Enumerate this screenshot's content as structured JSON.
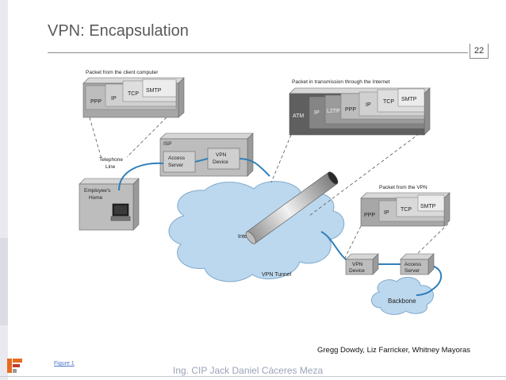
{
  "slide": {
    "title": "VPN: Encapsulation",
    "page_number": "22",
    "credit": "Gregg Dowdy, Liz Farricker, Whitney Mayoras",
    "footer": "Ing. CIP Jack Daniel Cáceres Meza",
    "figure_link": "Figure 1"
  },
  "diagram": {
    "client_packet": {
      "caption": "Packet from the client computer",
      "layers": [
        "PPP",
        "IP",
        "TCP",
        "SMTP"
      ]
    },
    "internet_packet": {
      "caption": "Packet in transmission through the Internet",
      "layers": [
        "ATM",
        "IP",
        "L2TP",
        "PPP",
        "IP",
        "TCP",
        "SMTP"
      ]
    },
    "vpn_packet": {
      "caption": "Packet from the VPN",
      "layers": [
        "PPP",
        "IP",
        "TCP",
        "SMTP"
      ]
    },
    "labels": {
      "telephone_line": [
        "Telephone",
        "Line"
      ],
      "isp": "ISP",
      "access_server": [
        "Access",
        "Server"
      ],
      "vpn_device": [
        "VPN",
        "Device"
      ],
      "employee_home": [
        "Employee's",
        "Home"
      ],
      "internet": "Internet",
      "vpn_tunnel": "VPN Tunnel",
      "backbone": "Backbone"
    }
  }
}
